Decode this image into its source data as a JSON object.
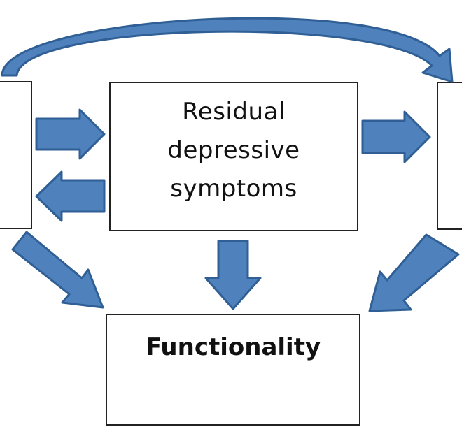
{
  "diagram": {
    "center_box": {
      "line1": "Residual",
      "line2": "depressive",
      "line3": "symptoms"
    },
    "bottom_box": {
      "label": "Functionality"
    },
    "colors": {
      "arrow_fill": "#4f81bd",
      "arrow_stroke": "#2f5f94",
      "box_border": "#222222",
      "background": "#ffffff"
    }
  }
}
